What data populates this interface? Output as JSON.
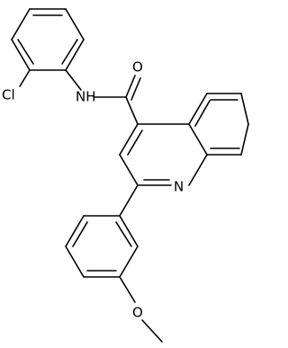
{
  "molecule": {
    "atom_labels": {
      "chlorine": "Cl",
      "amide_nitrogen": "NH",
      "carbonyl_oxygen": "O",
      "ring_nitrogen": "N",
      "ether_oxygen": "O"
    }
  }
}
